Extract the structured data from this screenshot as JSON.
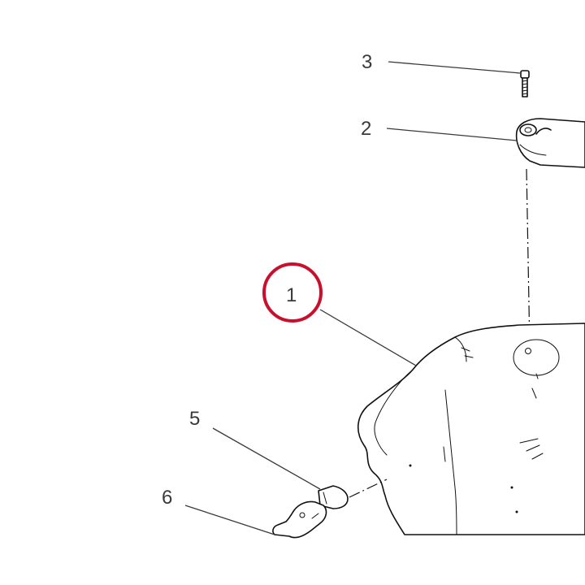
{
  "callouts": [
    {
      "id": "1",
      "label": "1",
      "highlighted": true
    },
    {
      "id": "2",
      "label": "2",
      "highlighted": false
    },
    {
      "id": "3",
      "label": "3",
      "highlighted": false
    },
    {
      "id": "5",
      "label": "5",
      "highlighted": false
    },
    {
      "id": "6",
      "label": "6",
      "highlighted": false
    }
  ],
  "colors": {
    "highlight_ring": "#c8102e",
    "linework": "#111111",
    "labels": "#3a3a3a"
  }
}
